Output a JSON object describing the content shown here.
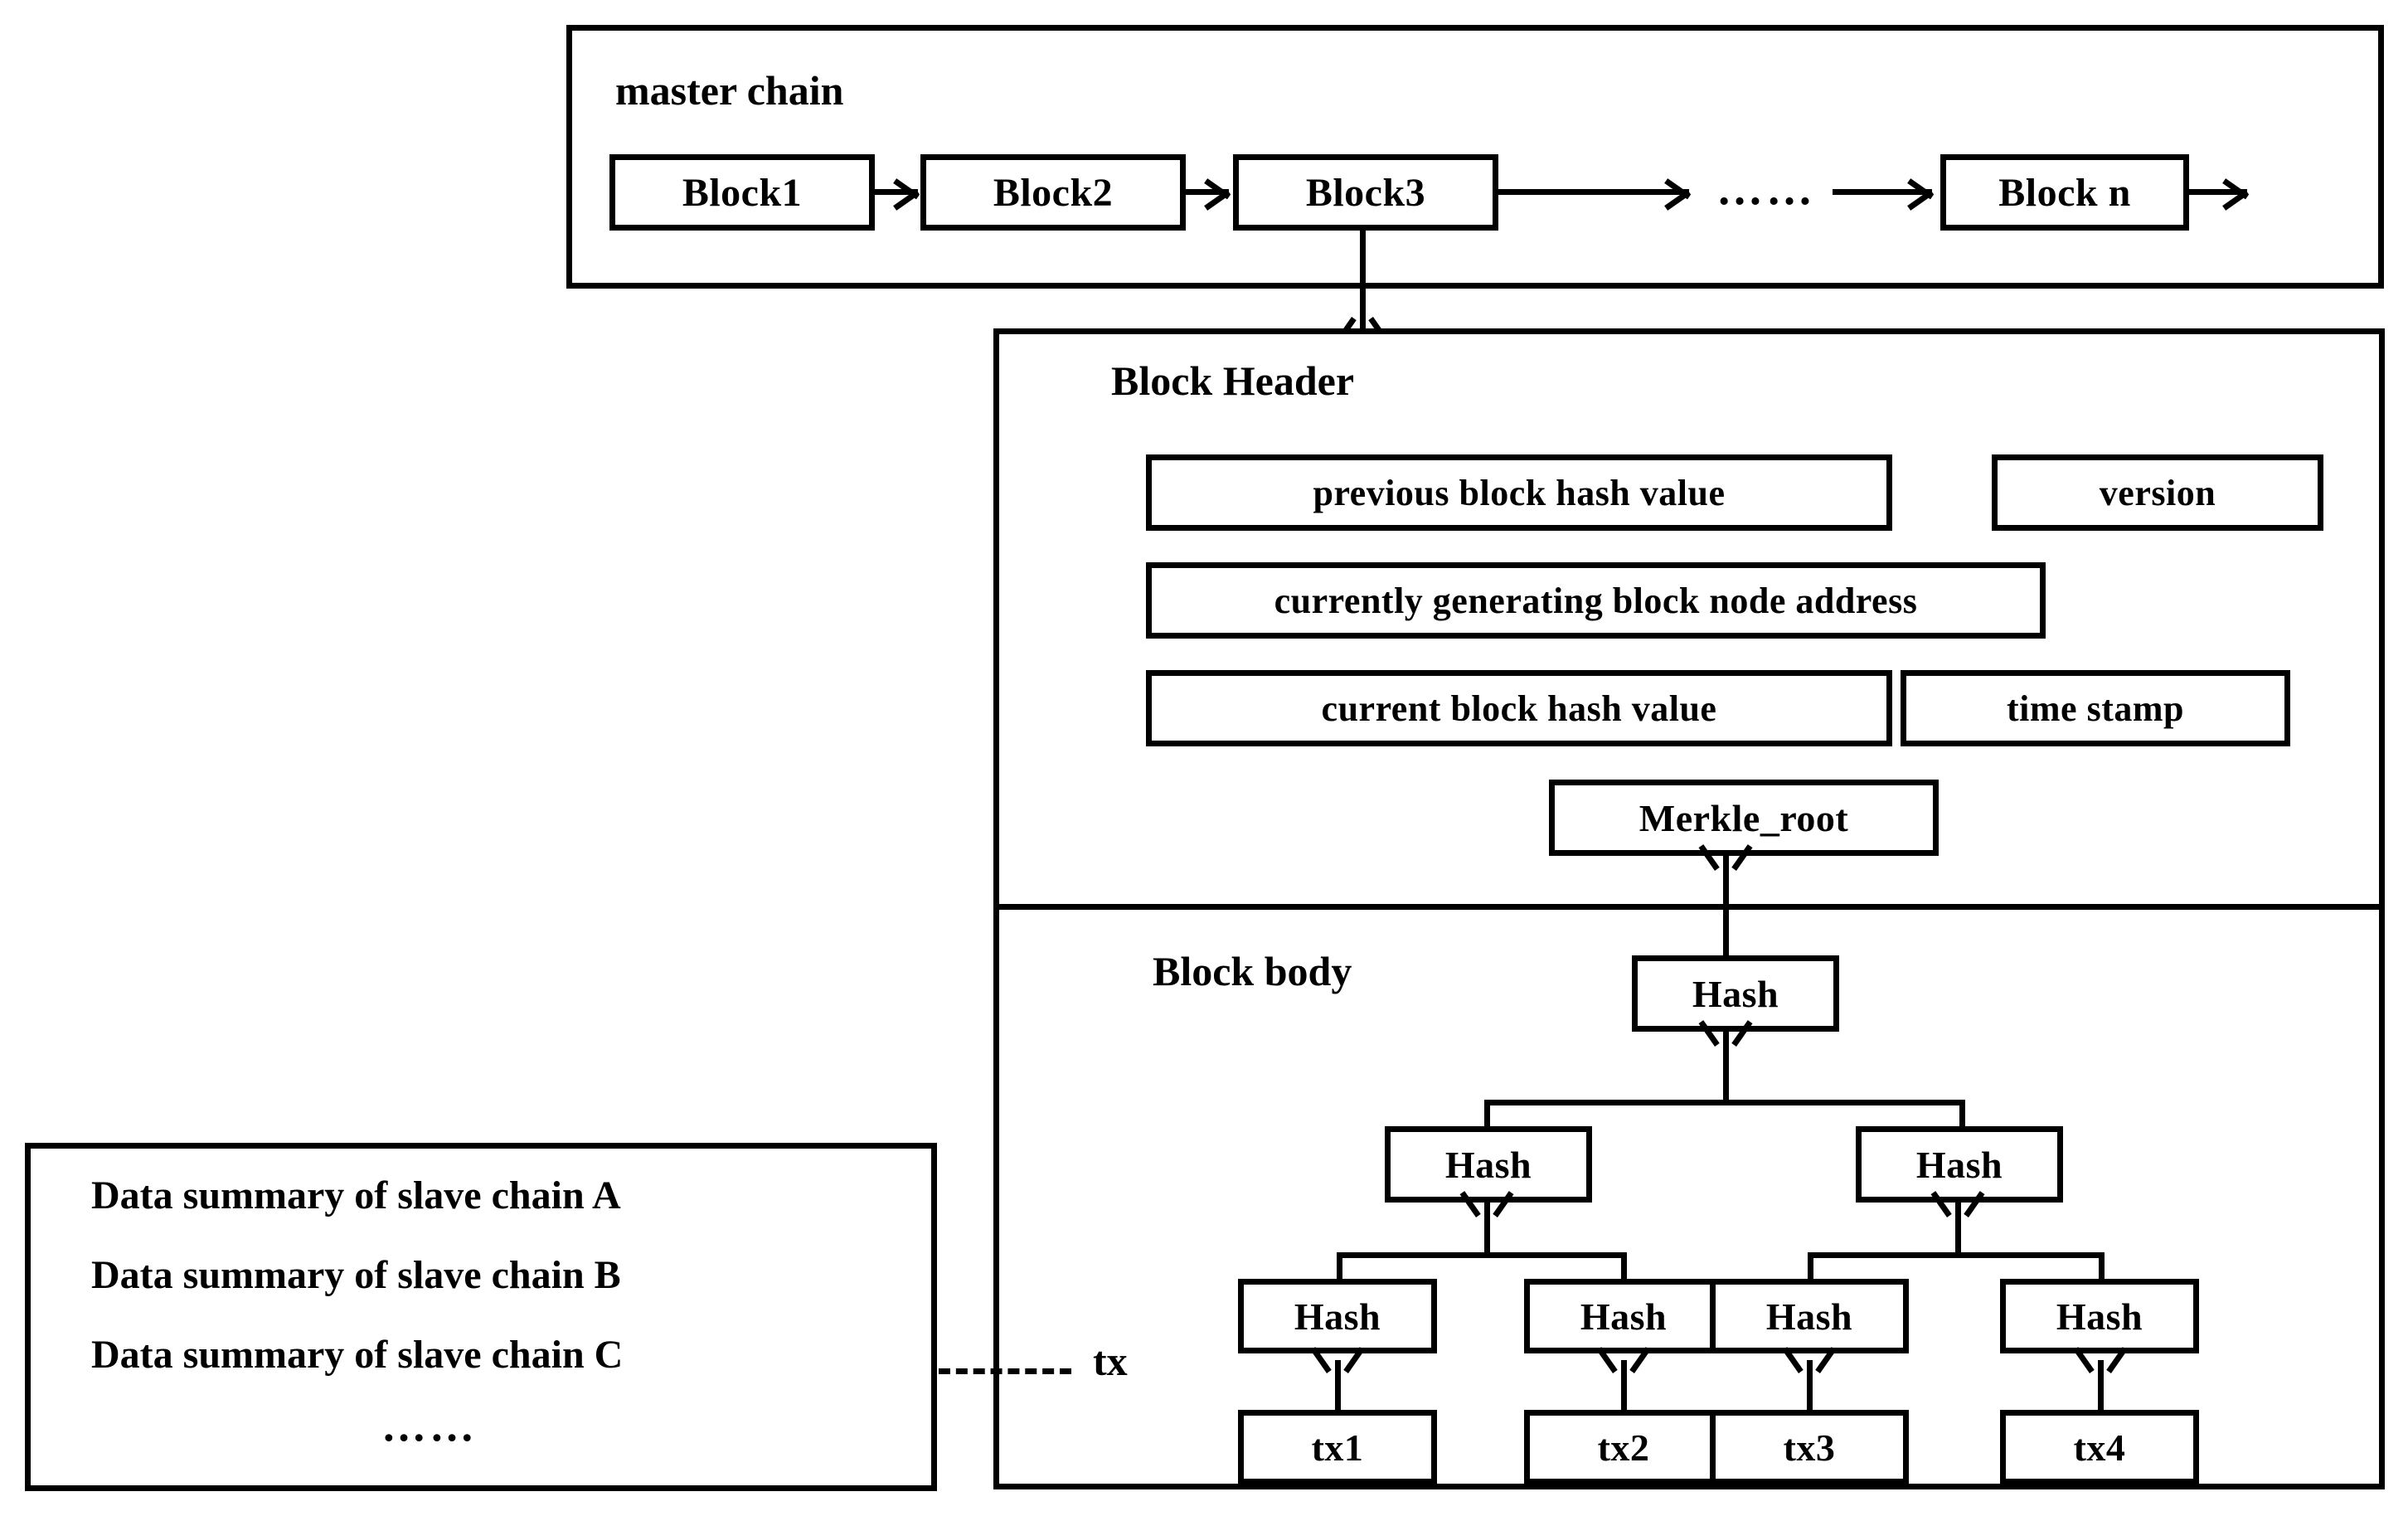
{
  "diagram": {
    "title": "Blockchain master chain and block structure",
    "colors": {
      "stroke": "#000000",
      "background": "#ffffff",
      "text": "#000000"
    }
  },
  "master_chain": {
    "label": "master chain",
    "blocks": [
      {
        "label": "Block1"
      },
      {
        "label": "Block2"
      },
      {
        "label": "Block3"
      },
      {
        "label": "Block n"
      }
    ],
    "ellipsis": "……"
  },
  "block_header": {
    "label": "Block Header",
    "fields": [
      {
        "label": "previous block hash value"
      },
      {
        "label": "version"
      },
      {
        "label": "currently generating block node address"
      },
      {
        "label": "current block hash value"
      },
      {
        "label": "time stamp"
      },
      {
        "label": "Merkle_root"
      }
    ]
  },
  "block_body": {
    "label": "Block body",
    "merkle_tree": {
      "root_hash": {
        "label": "Hash"
      },
      "level2": [
        {
          "label": "Hash"
        },
        {
          "label": "Hash"
        }
      ],
      "level3": [
        {
          "label": "Hash"
        },
        {
          "label": "Hash"
        },
        {
          "label": "Hash"
        },
        {
          "label": "Hash"
        }
      ],
      "transactions": [
        {
          "label": "tx1"
        },
        {
          "label": "tx2"
        },
        {
          "label": "tx3"
        },
        {
          "label": "tx4"
        }
      ]
    }
  },
  "slave_summary": {
    "lines": [
      "Data summary of slave chain A",
      "Data summary of slave chain B",
      "Data summary of slave chain C"
    ],
    "ellipsis": "……",
    "connector_label": "tx"
  }
}
